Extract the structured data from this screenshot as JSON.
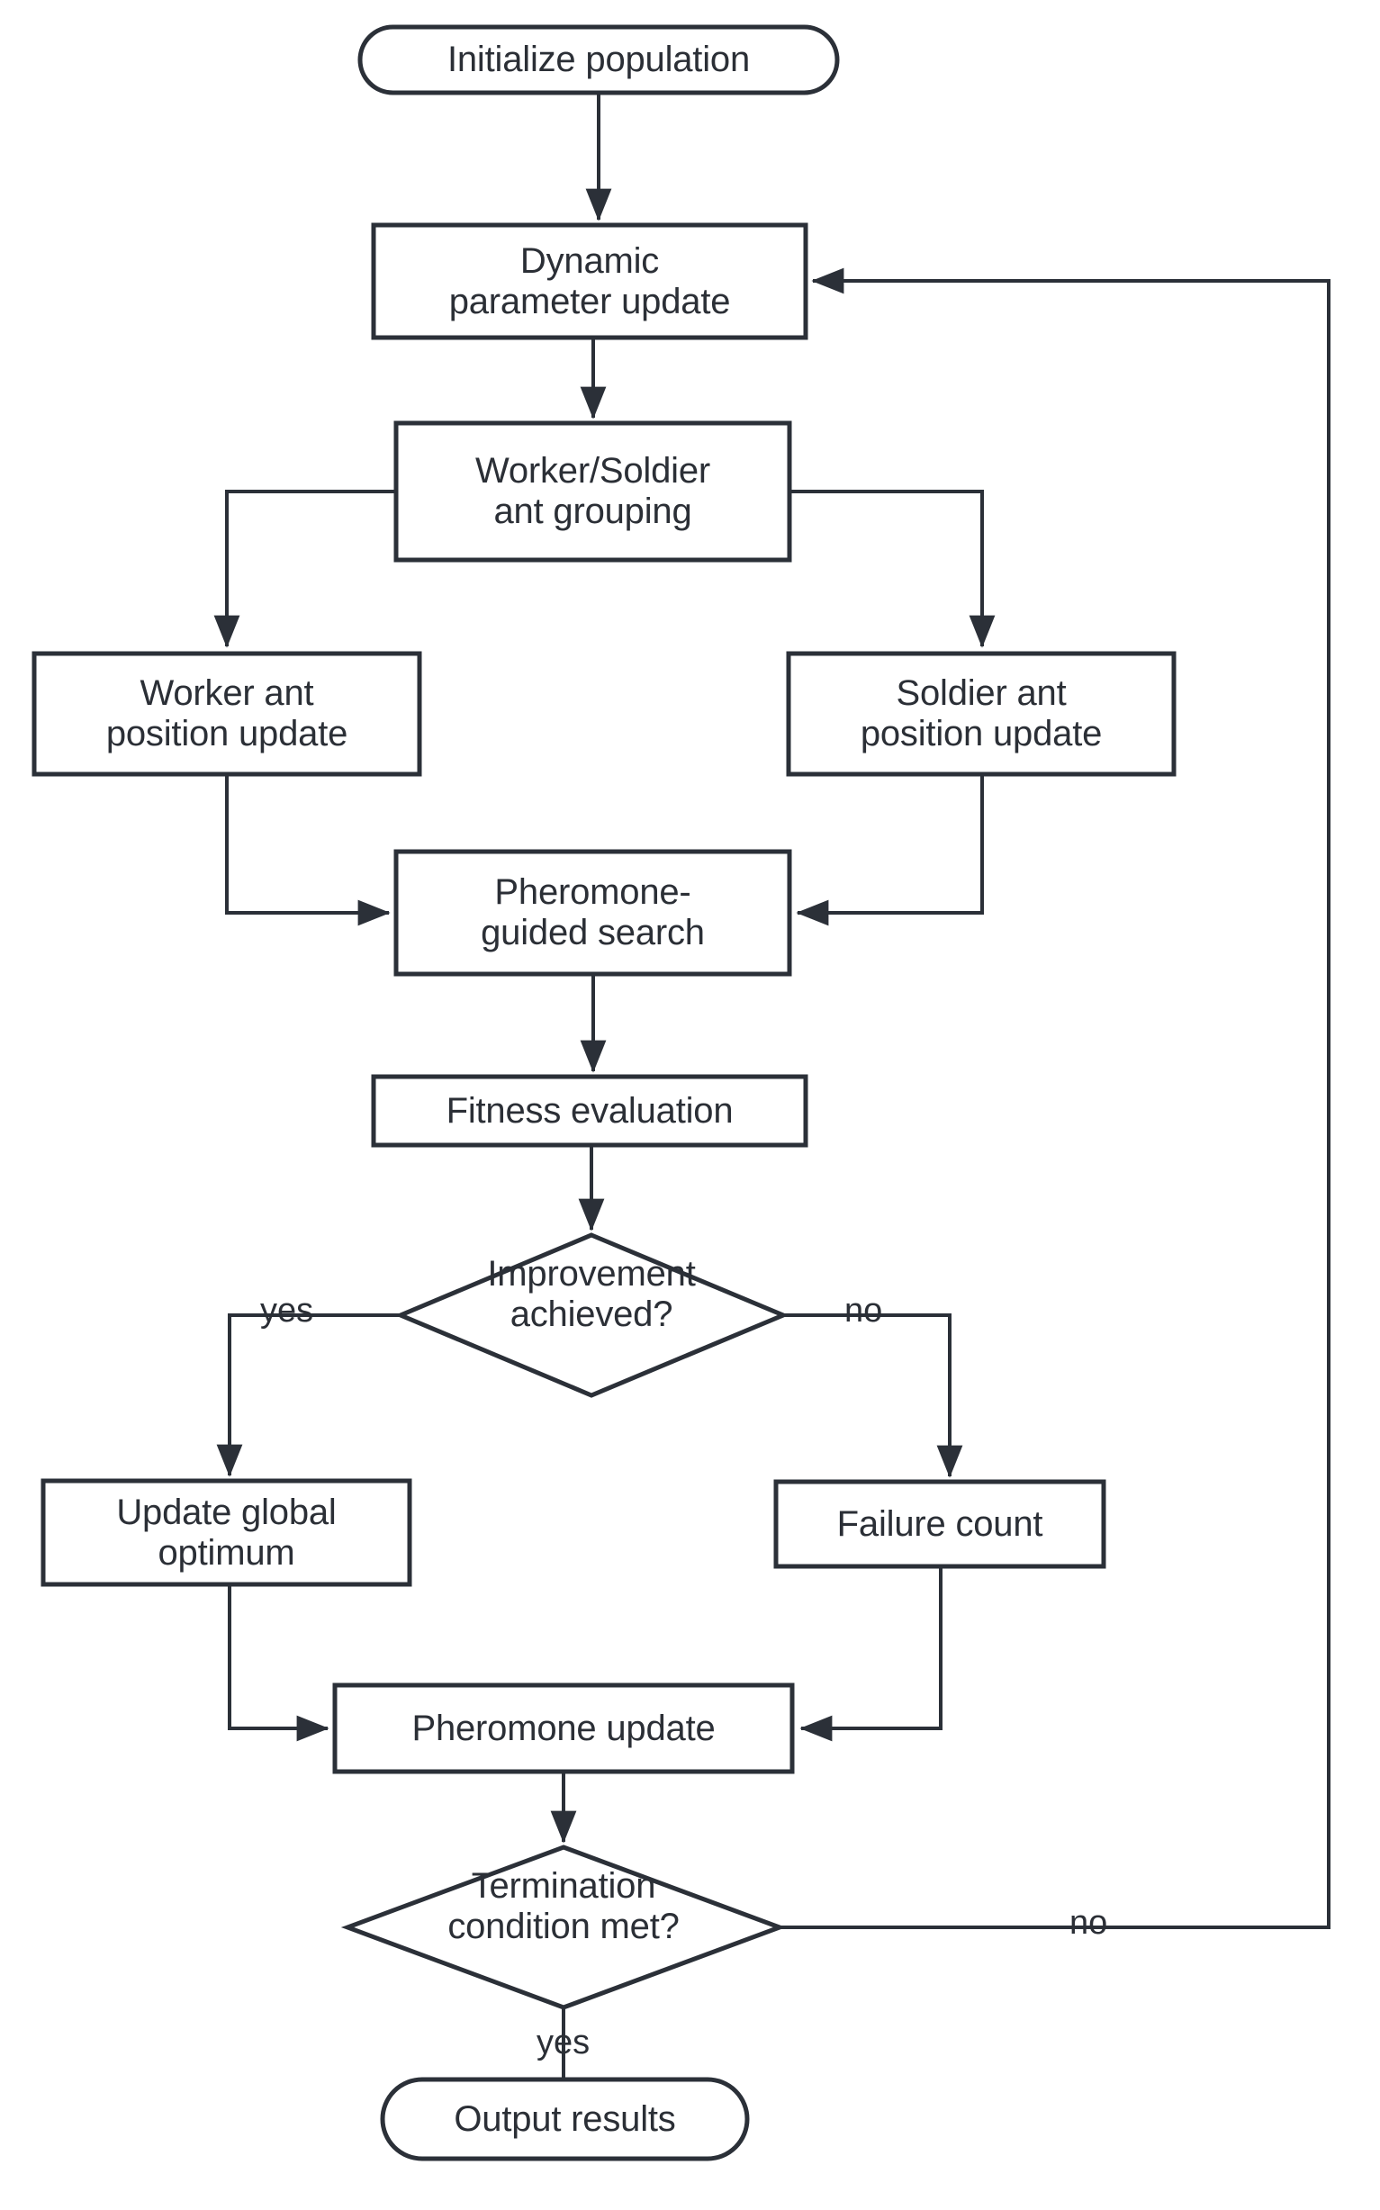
{
  "diagram": {
    "type": "flowchart",
    "title": "Ant colony optimization algorithm flowchart",
    "orientation": "top-to-bottom",
    "stroke_color": "#2b3038",
    "text_color": "#2b2f36",
    "fill_color": "#ffffff",
    "nodes": [
      {
        "id": "init",
        "shape": "stadium",
        "label": "Initialize population"
      },
      {
        "id": "dynparam",
        "shape": "rectangle",
        "label": "Dynamic\nparameter update"
      },
      {
        "id": "grouping",
        "shape": "rectangle",
        "label": "Worker/Soldier\nant grouping"
      },
      {
        "id": "worker",
        "shape": "rectangle",
        "label": "Worker ant\nposition update"
      },
      {
        "id": "soldier",
        "shape": "rectangle",
        "label": "Soldier ant\nposition update"
      },
      {
        "id": "pheromone_search",
        "shape": "rectangle",
        "label": "Pheromone-\nguided search"
      },
      {
        "id": "fitness",
        "shape": "rectangle",
        "label": "Fitness evaluation"
      },
      {
        "id": "improvement",
        "shape": "diamond",
        "label": "Improvement\nachieved?"
      },
      {
        "id": "globalopt",
        "shape": "rectangle",
        "label": "Update global\noptimum"
      },
      {
        "id": "failure",
        "shape": "rectangle",
        "label": "Failure count"
      },
      {
        "id": "pheromone_update",
        "shape": "rectangle",
        "label": "Pheromone update"
      },
      {
        "id": "termination",
        "shape": "diamond",
        "label": "Termination\ncondition met?"
      },
      {
        "id": "output",
        "shape": "stadium",
        "label": "Output results"
      }
    ],
    "edges": [
      {
        "from": "init",
        "to": "dynparam",
        "label": ""
      },
      {
        "from": "dynparam",
        "to": "grouping",
        "label": ""
      },
      {
        "from": "grouping",
        "to": "worker",
        "label": ""
      },
      {
        "from": "grouping",
        "to": "soldier",
        "label": ""
      },
      {
        "from": "worker",
        "to": "pheromone_search",
        "label": ""
      },
      {
        "from": "soldier",
        "to": "pheromone_search",
        "label": ""
      },
      {
        "from": "pheromone_search",
        "to": "fitness",
        "label": ""
      },
      {
        "from": "fitness",
        "to": "improvement",
        "label": ""
      },
      {
        "from": "improvement",
        "to": "globalopt",
        "label": "yes"
      },
      {
        "from": "improvement",
        "to": "failure",
        "label": "no"
      },
      {
        "from": "globalopt",
        "to": "pheromone_update",
        "label": ""
      },
      {
        "from": "failure",
        "to": "pheromone_update",
        "label": ""
      },
      {
        "from": "pheromone_update",
        "to": "termination",
        "label": ""
      },
      {
        "from": "termination",
        "to": "output",
        "label": "yes"
      },
      {
        "from": "termination",
        "to": "dynparam",
        "label": "no"
      }
    ],
    "edge_labels": {
      "improvement_yes": "yes",
      "improvement_no": "no",
      "termination_yes": "yes",
      "termination_no": "no"
    }
  }
}
